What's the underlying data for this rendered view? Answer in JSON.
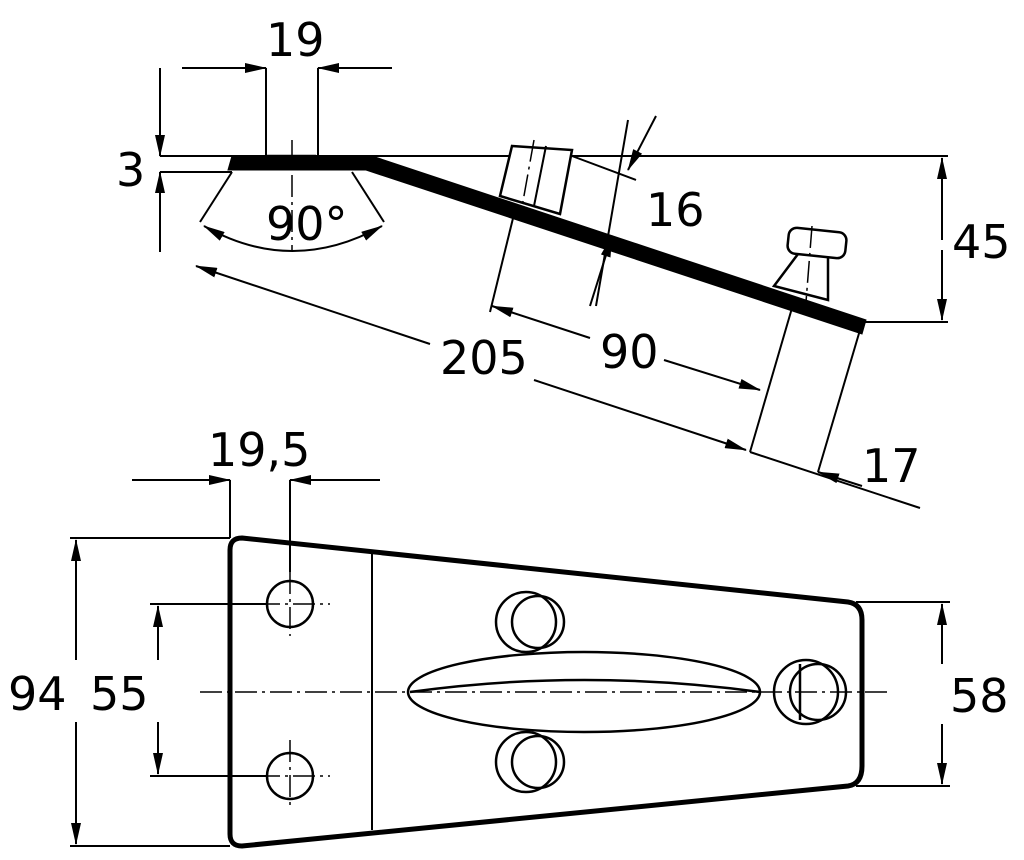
{
  "side_view": {
    "dims": {
      "top_width": "19",
      "thickness": "3",
      "angle": "90°",
      "offset_16": "16",
      "height_45": "45",
      "length_205": "205",
      "spacing_90": "90",
      "end_17": "17"
    }
  },
  "top_view": {
    "dims": {
      "hole_offset": "19,5",
      "width_94": "94",
      "hole_spacing": "55",
      "end_width": "58"
    }
  },
  "colors": {
    "line": "#000000",
    "background": "#ffffff"
  }
}
